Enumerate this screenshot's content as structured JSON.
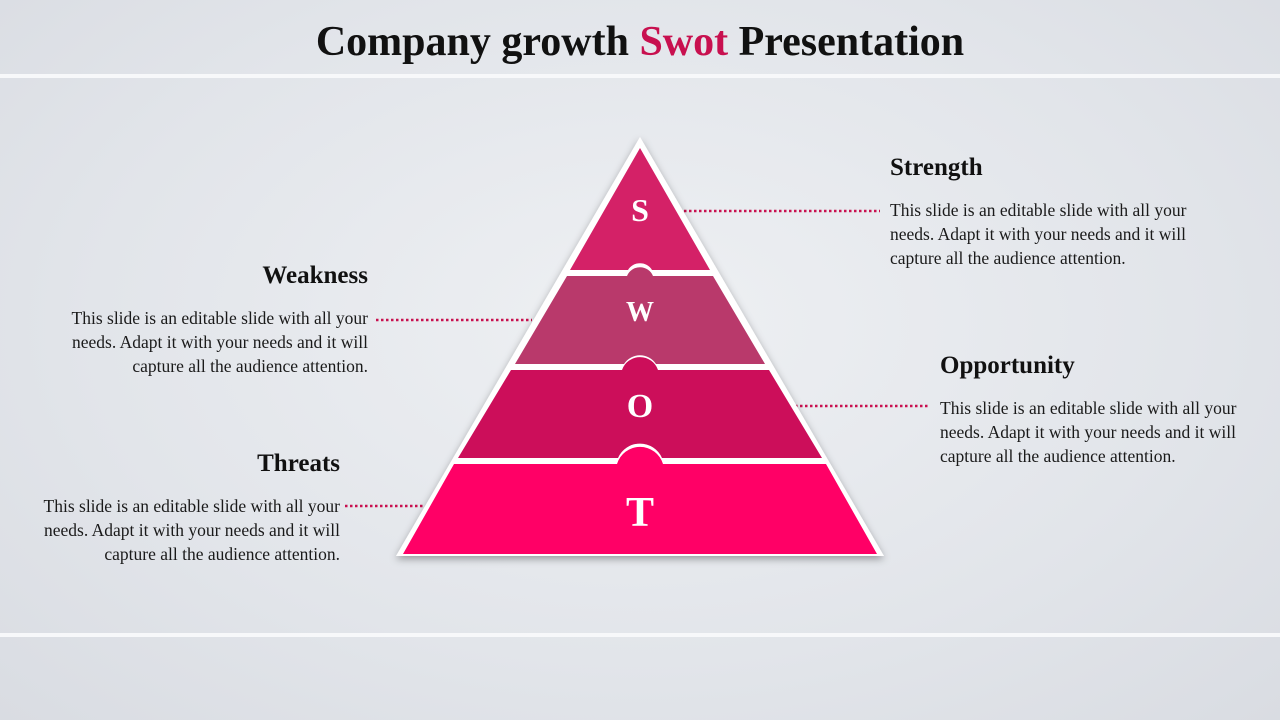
{
  "title": {
    "before": "Company growth ",
    "accent": "Swot",
    "after": " Presentation"
  },
  "pyramid": {
    "letters": [
      "S",
      "W",
      "O",
      "T"
    ],
    "colors": [
      "#d42167",
      "#b9396b",
      "#cc0e5a",
      "#ff0066"
    ]
  },
  "items": {
    "strength": {
      "heading": "Strength",
      "text": [
        "This slide is an editable slide with all your",
        "needs. Adapt it with your needs and it will",
        "capture all the audience attention."
      ]
    },
    "weakness": {
      "heading": "Weakness",
      "text": [
        "This slide is an editable slide with all your",
        "needs. Adapt it with your needs and it will",
        "capture all the audience attention."
      ]
    },
    "opportunity": {
      "heading": "Opportunity",
      "text": [
        "This slide is an editable slide with all your",
        "needs. Adapt it with your needs and it will",
        "capture all the audience attention."
      ]
    },
    "threats": {
      "heading": "Threats",
      "text": [
        "This slide is an editable slide with all your",
        "needs. Adapt it with your needs and it will",
        "capture all the audience attention."
      ]
    }
  },
  "connector_color": "#c8104f"
}
